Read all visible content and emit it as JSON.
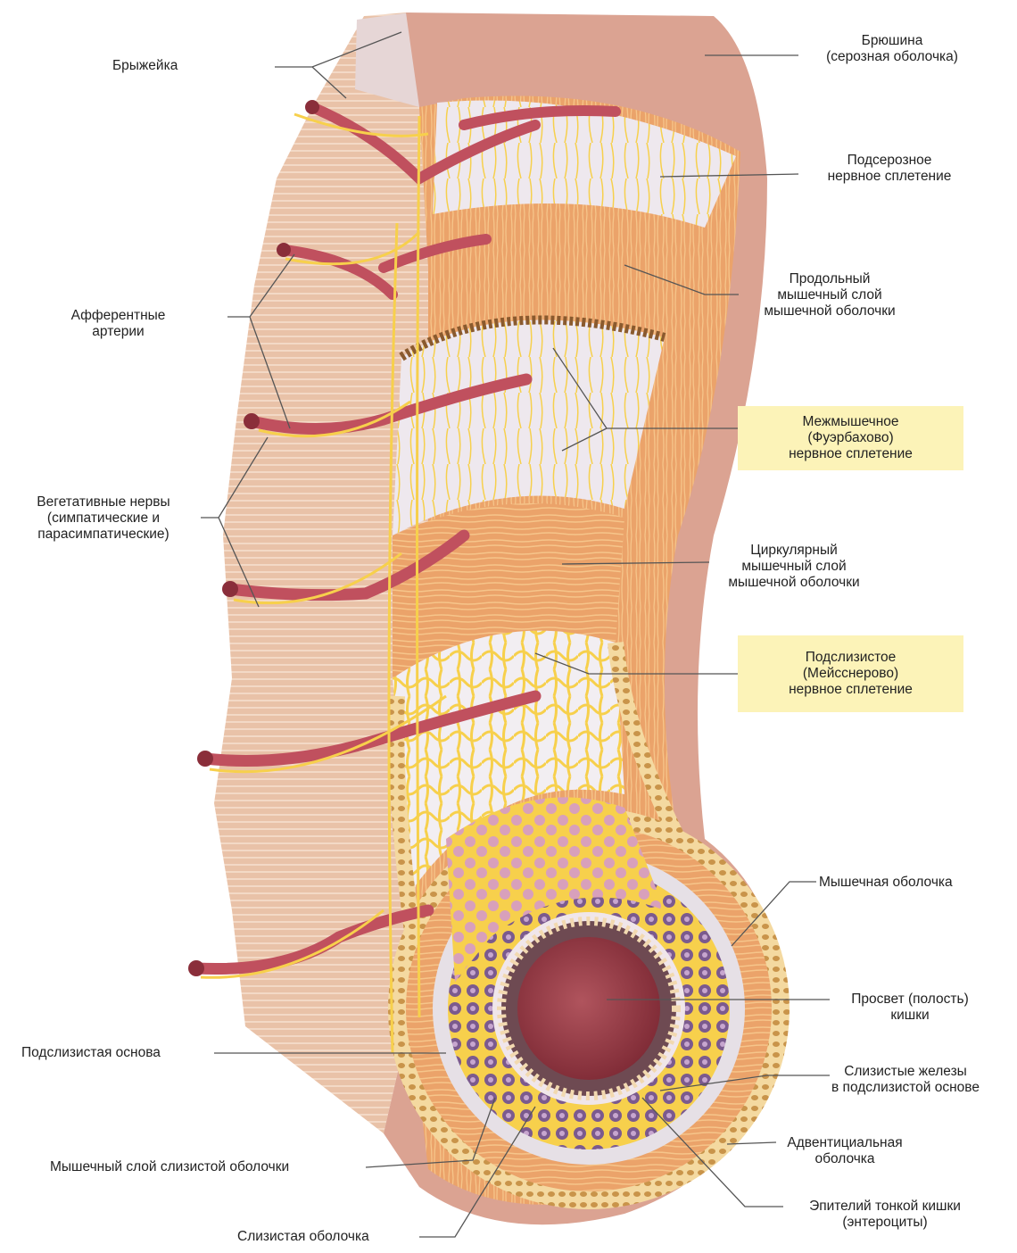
{
  "labels": {
    "mesentery": [
      "Брыжейка"
    ],
    "peritoneum": [
      "Брюшина",
      "(серозная оболочка)"
    ],
    "subserous_plexus": [
      "Подсерозное",
      "нервное сплетение"
    ],
    "longitudinal_layer": [
      "Продольный",
      "мышечный слой",
      "мышечной оболочки"
    ],
    "afferent_arteries": [
      "Афферентные",
      "артерии"
    ],
    "myenteric_plexus": [
      "Межмышечное",
      "(Фуэрбахово)",
      "нервное сплетение"
    ],
    "autonomic_nerves": [
      "Вегетативные нервы",
      "(симпатические и",
      "парасимпатические)"
    ],
    "circular_layer": [
      "Циркулярный",
      "мышечный слой",
      "мышечной оболочки"
    ],
    "submucosal_plexus": [
      "Подслизистое",
      "(Мейсснерово)",
      "нервное сплетение"
    ],
    "muscular_coat": [
      "Мышечная оболочка"
    ],
    "lumen": [
      "Просвет (полость)",
      "кишки"
    ],
    "submucosa": [
      "Подслизистая основа"
    ],
    "mucous_glands": [
      "Слизистые железы",
      "в подслизистой основе"
    ],
    "adventitia": [
      "Адвентициальная",
      "оболочка"
    ],
    "muscularis_mucosae": [
      "Мышечный слой слизистой оболочки"
    ],
    "epithelium": [
      "Эпителий тонкой кишки",
      "(энтероциты)"
    ],
    "mucosa": [
      "Слизистая оболочка"
    ]
  },
  "colors": {
    "mesentery": "#e9c2a8",
    "mesentery_stripe": "#f3d9c6",
    "peritoneum": "#dba392",
    "muscle": "#eba36a",
    "muscle_fiber": "#f6c58a",
    "submucosa": "#eee8ee",
    "nerve": "#f7d04c",
    "artery": "#c0505e",
    "gland": "#c98ea8",
    "lumen": "#9b3d48",
    "highlight": "#fcf3b8"
  }
}
